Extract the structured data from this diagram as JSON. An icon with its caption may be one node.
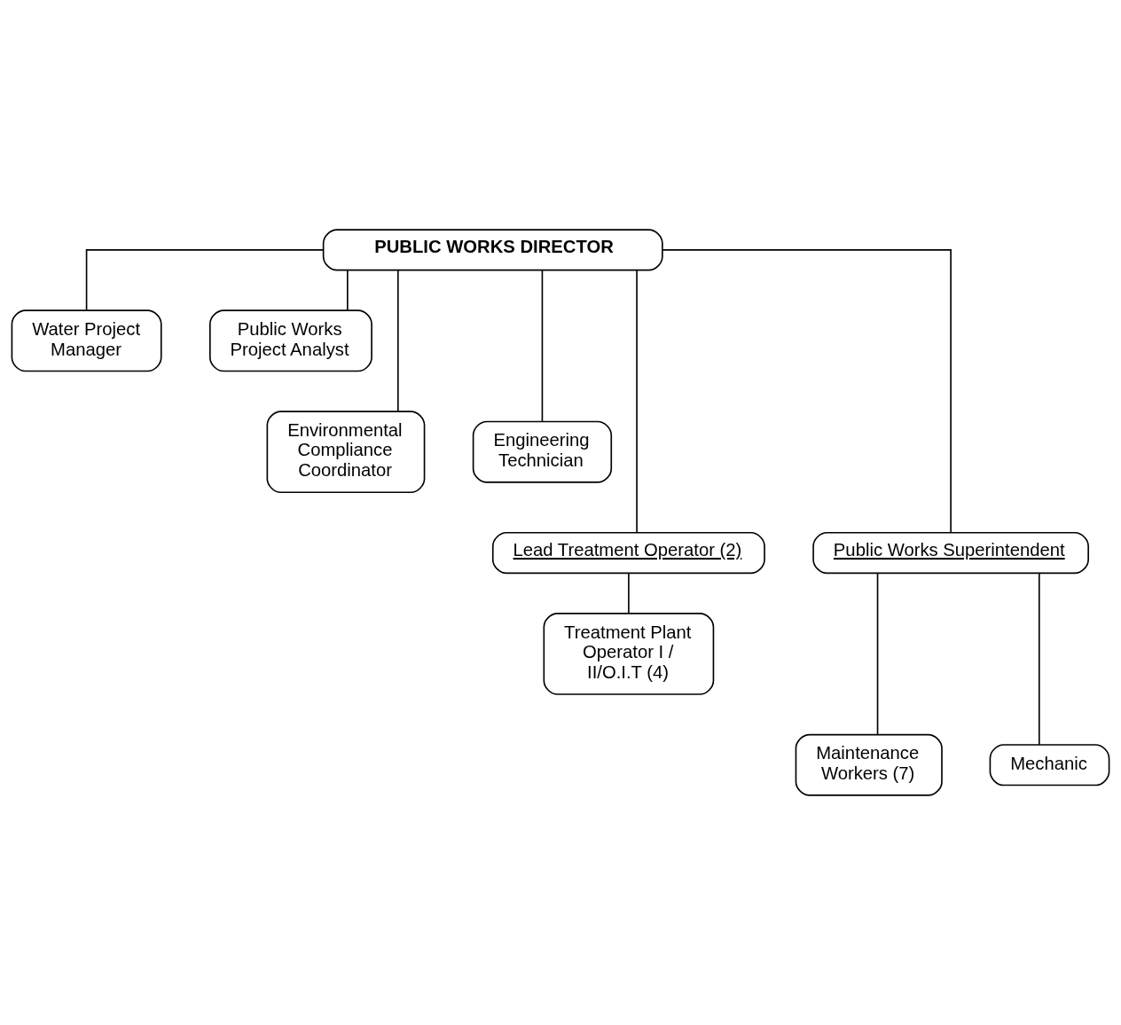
{
  "diagram": {
    "nodes": [
      {
        "text": [
          "PUBLIC WORKS DIRECTOR"
        ]
      },
      {
        "text": [
          "Water Project Manager"
        ]
      },
      {
        "text": [
          "Public Works Project Analyst"
        ]
      },
      {
        "text": [
          "Environmental Compliance Coordinator"
        ]
      },
      {
        "text": [
          "Engineering Technician"
        ]
      },
      {
        "text": [
          "Lead Treatment Operator (2)"
        ]
      },
      {
        "text": [
          "Public Works Superintendent"
        ]
      },
      {
        "text": [
          "Treatment Plant Operator I / II/O.I.T (4)"
        ]
      },
      {
        "text": [
          "Maintenance Workers (7)"
        ]
      },
      {
        "text": [
          "Mechanic"
        ]
      }
    ],
    "edges": [
      {
        "from": 0,
        "to": 1,
        "arrow": "none"
      },
      {
        "from": 0,
        "to": 2,
        "arrow": "none"
      },
      {
        "from": 0,
        "to": 3,
        "arrow": "none"
      },
      {
        "from": 0,
        "to": 4,
        "arrow": "none"
      },
      {
        "from": 0,
        "to": 5,
        "arrow": "none"
      },
      {
        "from": 0,
        "to": 6,
        "arrow": "none"
      },
      {
        "from": 5,
        "to": 7,
        "arrow": "none"
      },
      {
        "from": 6,
        "to": 8,
        "arrow": "none"
      },
      {
        "from": 6,
        "to": 9,
        "arrow": "none"
      }
    ]
  }
}
